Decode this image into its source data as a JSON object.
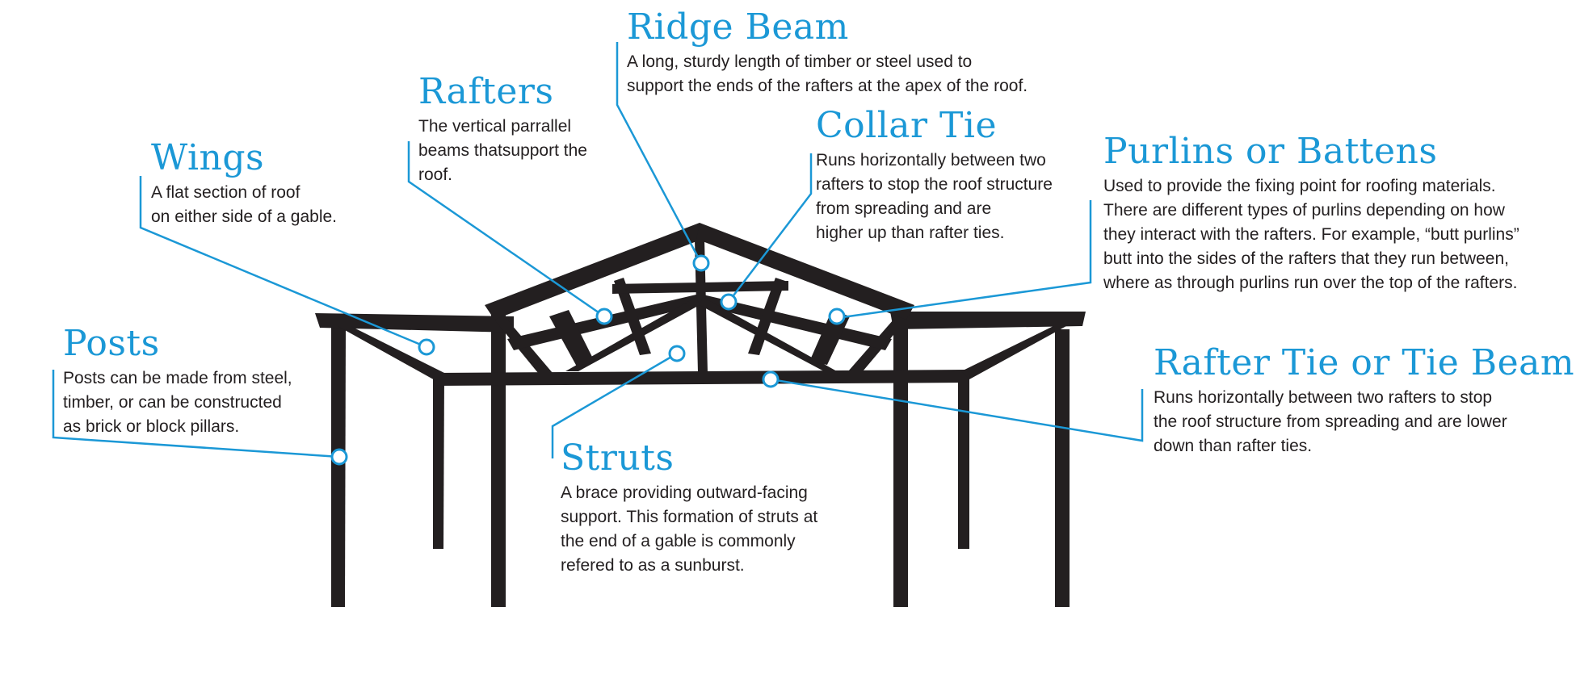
{
  "colors": {
    "accent": "#1b98d6",
    "structure": "#231f20",
    "background": "#ffffff"
  },
  "labels": {
    "ridge_beam": {
      "title": "Ridge Beam",
      "text": "A long, sturdy length of timber or steel used to\nsupport the ends of the rafters at the apex of the roof."
    },
    "rafters": {
      "title": "Rafters",
      "text": "The vertical parrallel\nbeams thatsupport the\nroof."
    },
    "collar_tie": {
      "title": "Collar Tie",
      "text": "Runs horizontally between two\nrafters to stop the roof structure\nfrom spreading and are\nhigher up than rafter ties."
    },
    "wings": {
      "title": "Wings",
      "text": "A flat section of roof\non either side of a gable."
    },
    "purlins": {
      "title": "Purlins or Battens",
      "text": "Used to provide the fixing point for roofing materials.\nThere are different types of purlins depending on how\nthey interact with the rafters. For example, “butt purlins”\nbutt into the sides of the rafters that they run between,\nwhere as through purlins run over the top of the rafters."
    },
    "posts": {
      "title": "Posts",
      "text": "Posts can be made from steel,\ntimber, or can be constructed\nas brick or block pillars."
    },
    "rafter_tie": {
      "title": "Rafter Tie or Tie Beam",
      "text": "Runs horizontally between two rafters to stop\nthe roof structure from spreading and are lower\ndown than rafter ties."
    },
    "struts": {
      "title": "Struts",
      "text": "A brace providing outward-facing\nsupport. This formation of struts at\nthe end of a gable is commonly\nrefered to as a sunburst."
    }
  }
}
